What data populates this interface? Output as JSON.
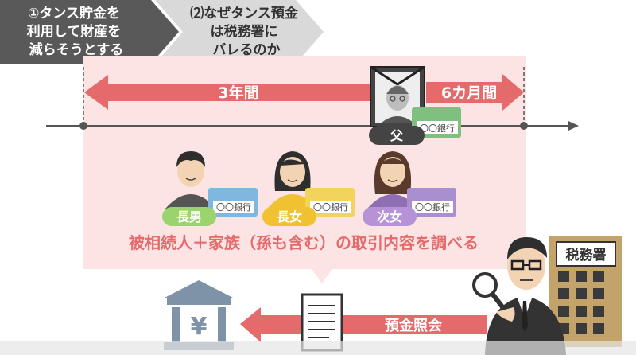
{
  "steps": [
    {
      "label": "①タンス貯金を\n利用して財産を\n減らそうとする",
      "color": "#595959",
      "active": true
    },
    {
      "label": "⑵なぜタンス預金\nは税務署に\nバレるのか",
      "color": "#d9d9d9",
      "active": false
    }
  ],
  "timeline": {
    "before_label": "3年間",
    "after_label": "6カ月間",
    "accent_color": "#e46a6c",
    "panel_color": "#fce4e4"
  },
  "father": {
    "role": "父",
    "card": "〇〇銀行",
    "card_color": "#7fbf7f"
  },
  "family": [
    {
      "role": "長男",
      "card": "〇〇銀行",
      "card_color": "#7fb7e0",
      "badge_color": "#9bd36d"
    },
    {
      "role": "長女",
      "card": "〇〇銀行",
      "card_color": "#f2d35b",
      "badge_color": "#f0c231"
    },
    {
      "role": "次女",
      "card": "〇〇銀行",
      "card_color": "#a98fd0",
      "badge_color": "#b792d6"
    }
  ],
  "investigation_text": "被相続人＋家族（孫も含む）の取引内容を調べる",
  "tax_office": {
    "sign": "税務署",
    "building_color": "#c4a36a"
  },
  "inquiry_label": "預金照会",
  "bank": {
    "symbol": "¥",
    "color": "#7f93a8"
  }
}
